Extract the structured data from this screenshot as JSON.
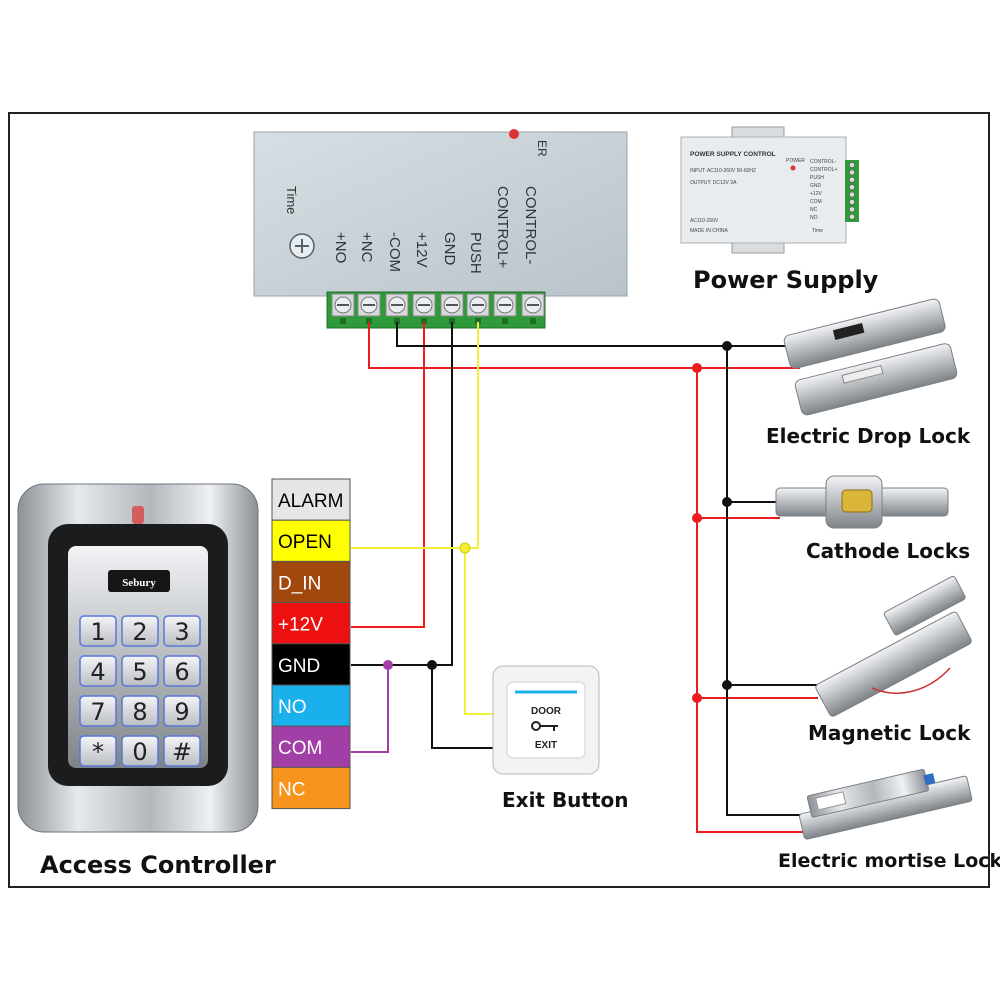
{
  "labels": {
    "power_supply": "Power Supply",
    "access_controller": "Access Controller",
    "exit_button": "Exit Button",
    "drop_lock": "Electric Drop Lock",
    "cathode_locks": "Cathode Locks",
    "magnetic_lock": "Magnetic Lock",
    "mortise_lock": "Electric mortise Lock"
  },
  "psu_large": {
    "timer_label": "Time",
    "power_label": "ER",
    "terminals": [
      "+NO",
      "+NC",
      "-COM",
      "+12V",
      "GND",
      "PUSH",
      "CONTROL+",
      "CONTROL-"
    ]
  },
  "psu_small": {
    "title": "POWER SUPPLY CONTROL",
    "power_label": "POWER",
    "input": "INPUT: AC110-260V 50-60HZ",
    "output": "OUTPUT: DC12V 3A",
    "rating": "AC110-260V",
    "made_in": "MADE IN CHINA",
    "timer_label": "Time",
    "terminals": [
      "CONTROL-",
      "CONTROL+",
      "PUSH",
      "GND",
      "+12V",
      "COM",
      "NC",
      "NO"
    ]
  },
  "controller": {
    "brand": "Sebury",
    "keys": [
      "1",
      "2",
      "3",
      "4",
      "5",
      "6",
      "7",
      "8",
      "9",
      "*",
      "0",
      "#"
    ]
  },
  "exit_plate": {
    "top_text": "DOOR",
    "bottom_text": "EXIT"
  },
  "terminal_strip": [
    {
      "label": "ALARM",
      "bg": "#e6e6e6",
      "fg": "#000000"
    },
    {
      "label": "OPEN",
      "bg": "#ffff00",
      "fg": "#000000"
    },
    {
      "label": "D_IN",
      "bg": "#a0480e",
      "fg": "#ffffff"
    },
    {
      "label": "+12V",
      "bg": "#ee1010",
      "fg": "#ffffff"
    },
    {
      "label": "GND",
      "bg": "#000000",
      "fg": "#ffffff"
    },
    {
      "label": "NO",
      "bg": "#1ab0ec",
      "fg": "#ffffff"
    },
    {
      "label": "COM",
      "bg": "#a23fa6",
      "fg": "#ffffff"
    },
    {
      "label": "NC",
      "bg": "#f7941d",
      "fg": "#ffffff"
    }
  ],
  "wire_colors": {
    "red": "#ee1c1c",
    "black": "#111111",
    "yellow": "#f2ef3a",
    "purple": "#a23fa6"
  }
}
